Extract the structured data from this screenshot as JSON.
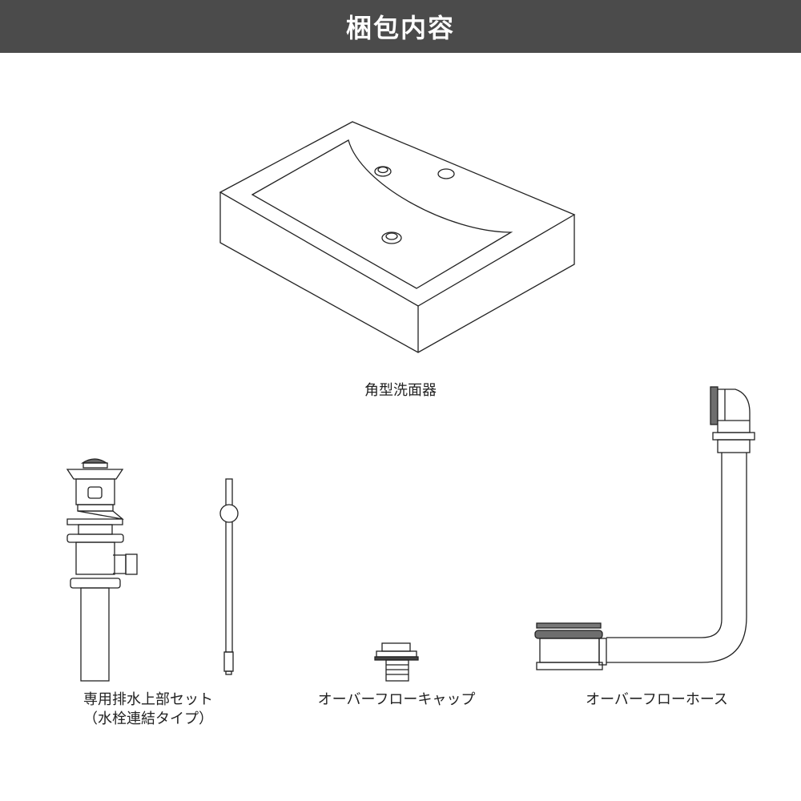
{
  "header": {
    "title": "梱包内容"
  },
  "items": [
    {
      "name": "角型洗面器"
    },
    {
      "name": "専用排水上部セット",
      "note": "（水栓連結タイプ）"
    },
    {
      "name": "オーバーフローキャップ"
    },
    {
      "name": "オーバーフローホース"
    }
  ],
  "colors": {
    "header_bg": "#4b4b4b",
    "line": "#222222",
    "gasket": "#6e6e6e"
  }
}
